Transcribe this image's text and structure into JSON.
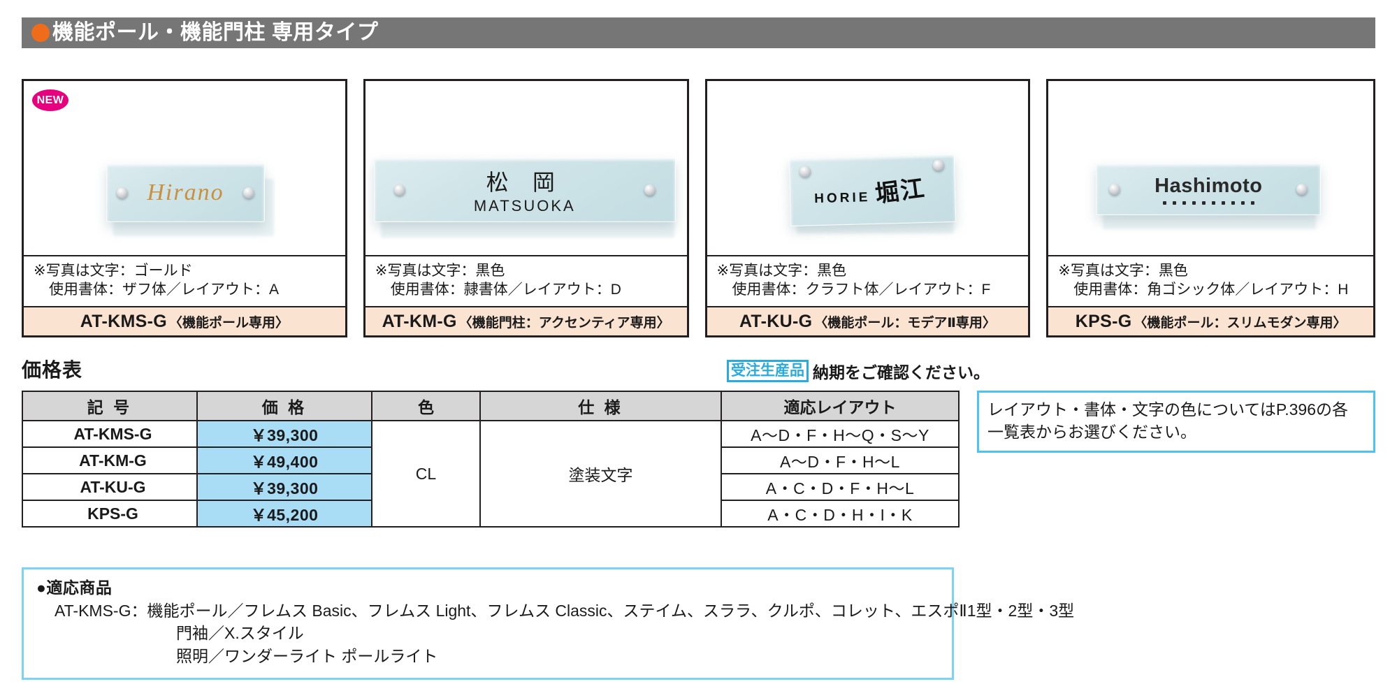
{
  "header": {
    "bullet": "orange-dot",
    "title": "機能ポール・機能門柱 専用タイプ",
    "bg_color": "#767676",
    "dot_color": "#ef6c1a"
  },
  "cards": [
    {
      "badge": "NEW",
      "photo": {
        "plate_text": "Hirano",
        "style": "gold-script"
      },
      "note_line1": "※写真は文字：ゴールド",
      "note_line2": "使用書体：ザフ体／レイアウト：A",
      "code": "AT-KMS-G",
      "code_suffix": "〈機能ポール専用〉"
    },
    {
      "badge": "",
      "photo": {
        "plate_text_jp": "松 岡",
        "plate_text_en": "MATSUOKA",
        "style": "black-reisho"
      },
      "note_line1": "※写真は文字：黒色",
      "note_line2": "使用書体：隷書体／レイアウト：D",
      "code": "AT-KM-G",
      "code_suffix": "〈機能門柱：アクセンティア専用〉"
    },
    {
      "badge": "",
      "photo": {
        "plate_text_jp": "堀江",
        "plate_text_en": "HORIE",
        "style": "black-craft"
      },
      "note_line1": "※写真は文字：黒色",
      "note_line2": "使用書体：クラフト体／レイアウト：F",
      "code": "AT-KU-G",
      "code_suffix": "〈機能ポール：モデアⅡ専用〉"
    },
    {
      "badge": "",
      "photo": {
        "plate_text": "Hashimoto",
        "style": "black-gothic-dots"
      },
      "note_line1": "※写真は文字：黒色",
      "note_line2": "使用書体：角ゴシック体／レイアウト：H",
      "code": "KPS-G",
      "code_suffix": "〈機能ポール：スリムモダン専用〉"
    }
  ],
  "price_section": {
    "heading": "価格表",
    "made_to_order_badge": "受注生産品",
    "made_to_order_text": "納期をご確認ください。",
    "badge_color": "#29abe2",
    "price_cell_color": "#a8ddf5",
    "columns": [
      "記 号",
      "価 格",
      "色",
      "仕 様",
      "適応レイアウト"
    ],
    "rows": [
      {
        "code": "AT-KMS-G",
        "price": "￥39,300",
        "layout": "A〜D・F・H〜Q・S〜Y"
      },
      {
        "code": "AT-KM-G",
        "price": "￥49,400",
        "layout": "A〜D・F・H〜L"
      },
      {
        "code": "AT-KU-G",
        "price": "￥39,300",
        "layout": "A・C・D・F・H〜L"
      },
      {
        "code": "KPS-G",
        "price": "￥45,200",
        "layout": "A・C・D・H・I・K"
      }
    ],
    "color_merged": "CL",
    "spec_merged": "塗装文字"
  },
  "side_note": {
    "line1": "レイアウト・書体・文字の色についてはP.396の各",
    "line2": "一覧表からお選びください。",
    "border_color": "#4cc3f0"
  },
  "bottom_note": {
    "title": "●適応商品",
    "line1": "AT-KMS-G：機能ポール／フレムス Basic、フレムス Light、フレムス Classic、ステイム、スララ、クルポ、コレット、エスポⅡ1型・2型・3型",
    "line2": "門袖／X.スタイル",
    "line3": "照明／ワンダーライト ポールライト",
    "border_color": "#7fd3f2"
  }
}
